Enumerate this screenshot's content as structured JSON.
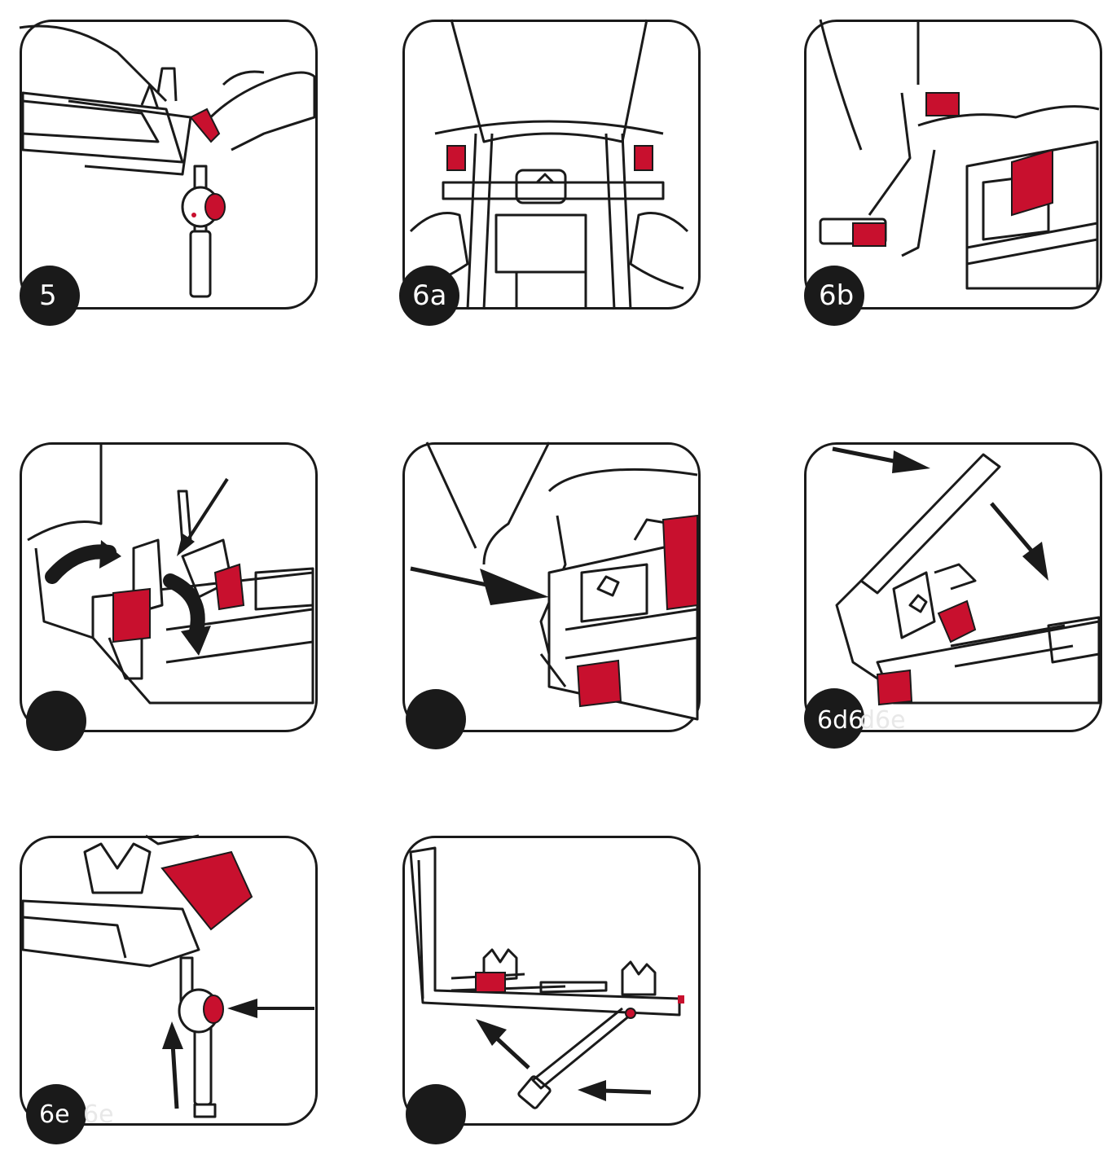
{
  "colors": {
    "outline": "#1a1a1a",
    "accent": "#c8102e",
    "background": "#ffffff"
  },
  "panels": [
    {
      "id": "p1",
      "step": "5"
    },
    {
      "id": "p2",
      "step": "6a"
    },
    {
      "id": "p3",
      "step": "6b"
    },
    {
      "id": "p4",
      "step": ""
    },
    {
      "id": "p5",
      "step": ""
    },
    {
      "id": "p6",
      "step": "6d6",
      "step_ghost": "d6e"
    },
    {
      "id": "p7",
      "step": "6e",
      "step_ghost": "6e"
    },
    {
      "id": "p8",
      "step": ""
    }
  ]
}
